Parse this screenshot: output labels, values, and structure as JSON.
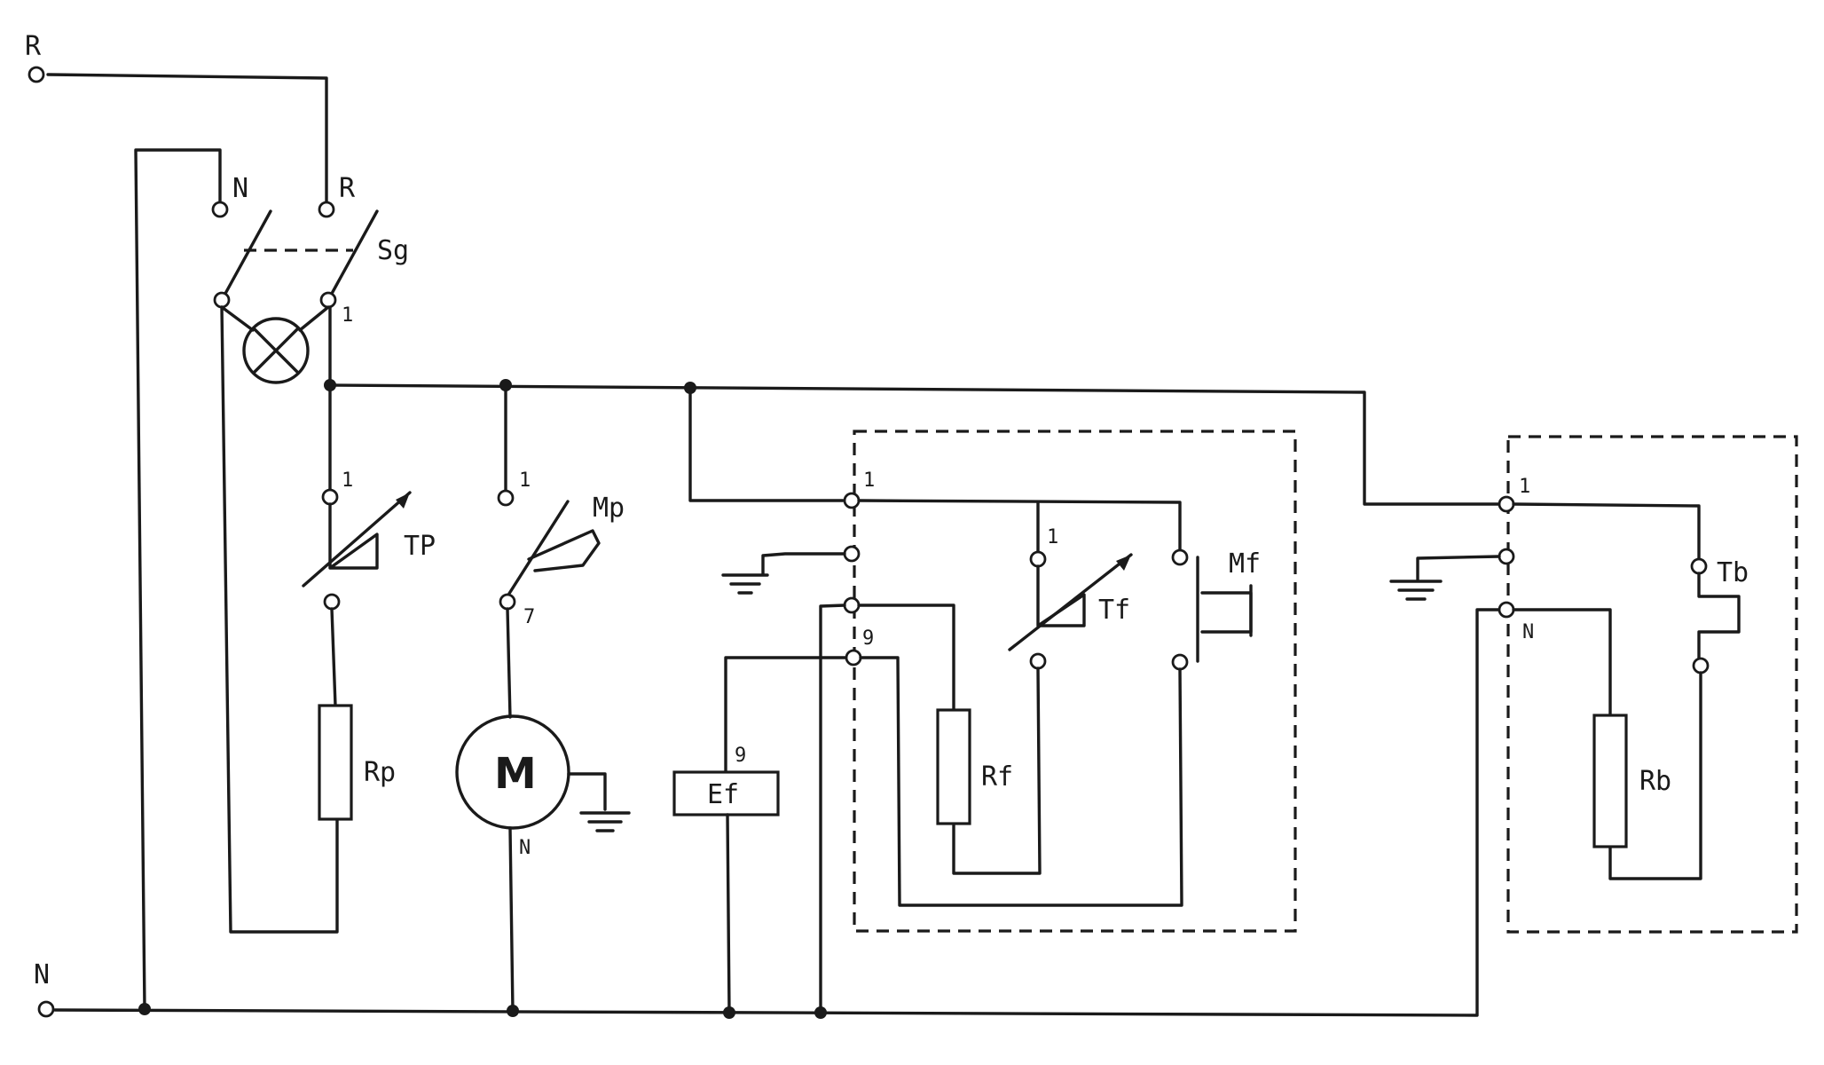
{
  "rails": {
    "phase": "R",
    "neutral": "N"
  },
  "main_switch": {
    "label": "Sg",
    "terminal_n": "N",
    "terminal_r": "R",
    "out_terminal": "1"
  },
  "pump_thermostat": {
    "label": "TP",
    "terminal": "1"
  },
  "pump_heater": {
    "label": "Rp"
  },
  "motor_switch": {
    "label": "Mp",
    "terminal_in": "1",
    "terminal_out": "7"
  },
  "motor": {
    "symbol": "M",
    "terminal": "N"
  },
  "element": {
    "label": "Ef",
    "terminal": "9"
  },
  "module_f": {
    "terminal_1": "1",
    "terminal_9": "9",
    "thermostat_label": "Tf",
    "thermostat_terminal": "1",
    "heater_label": "Rf",
    "microswitch_label": "Mf"
  },
  "module_b": {
    "terminal_1": "1",
    "terminal_n": "N",
    "thermostat_label": "Tb",
    "heater_label": "Rb"
  }
}
